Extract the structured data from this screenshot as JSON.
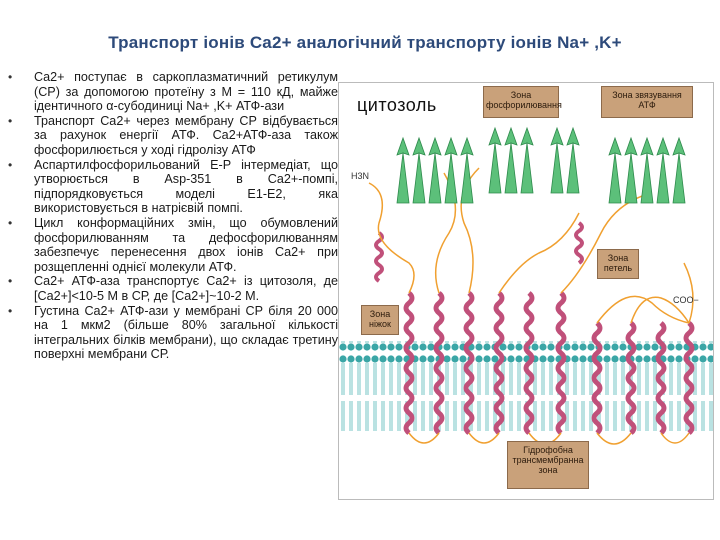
{
  "title": "Транспорт іонів Ca2+ аналогічний транспорту іонів Na+ ,K+",
  "bullets": [
    "Ca2+ поступає в саркоплазматичний ретикулум (СР) за допомогою протеїну з М = 110 кД, майже ідентичного α-субодиниці Na+ ,K+ АТФ-ази",
    "Транспорт Ca2+ через мембрану СР відбувається за рахунок енергії АТФ. Ca2+АТФ-аза також фосфорилюється у ході гідролізу АТФ",
    "Аспартилфосфорильований E-P інтермедіат, що утворюється в Asp-351 в Ca2+-помпі, підпорядковується моделі E1-E2, яка використовується в натрієвій помпі.",
    "Цикл конформаційних змін, що обумовлений фосфорилюванням та дефосфорилюванням забезпечує перенесення двох іонів Ca2+ при розщепленні однієї молекули АТФ.",
    "Ca2+ АТФ-аза транспортує Ca2+ із цитозоля, де [Ca2+]<10-5 М в СР, де [Ca2+]~10-2 М.",
    "Густина Ca2+ АТФ-ази у мембрані СР біля 20 000 на 1 мкм2 (більше 80% загальної кількості інтегральних білків мембрани), що складає третину поверхні мембрани СР."
  ],
  "diagram": {
    "cytosol_label": "цитозоль",
    "nh_label": "H3N",
    "coo_label": "COO−",
    "zone_phosphorylation": "Зона фосфорилювання",
    "zone_atp_binding": "Зона звязування АТФ",
    "zone_loops": "Зона петель",
    "zone_stalks": "Зона ніжок",
    "zone_hydrophobic": "Гідрофобна трансмембранна зона"
  },
  "colors": {
    "title": "#2d4a7a",
    "label_box": "#c9a17a",
    "membrane_head": "#3aa6a6",
    "membrane_tail": "#9fd6d6",
    "helix": "#c0507a",
    "strand": "#5cc07a",
    "coil": "#f0a030"
  },
  "icons": [
    "bullet-icon"
  ]
}
